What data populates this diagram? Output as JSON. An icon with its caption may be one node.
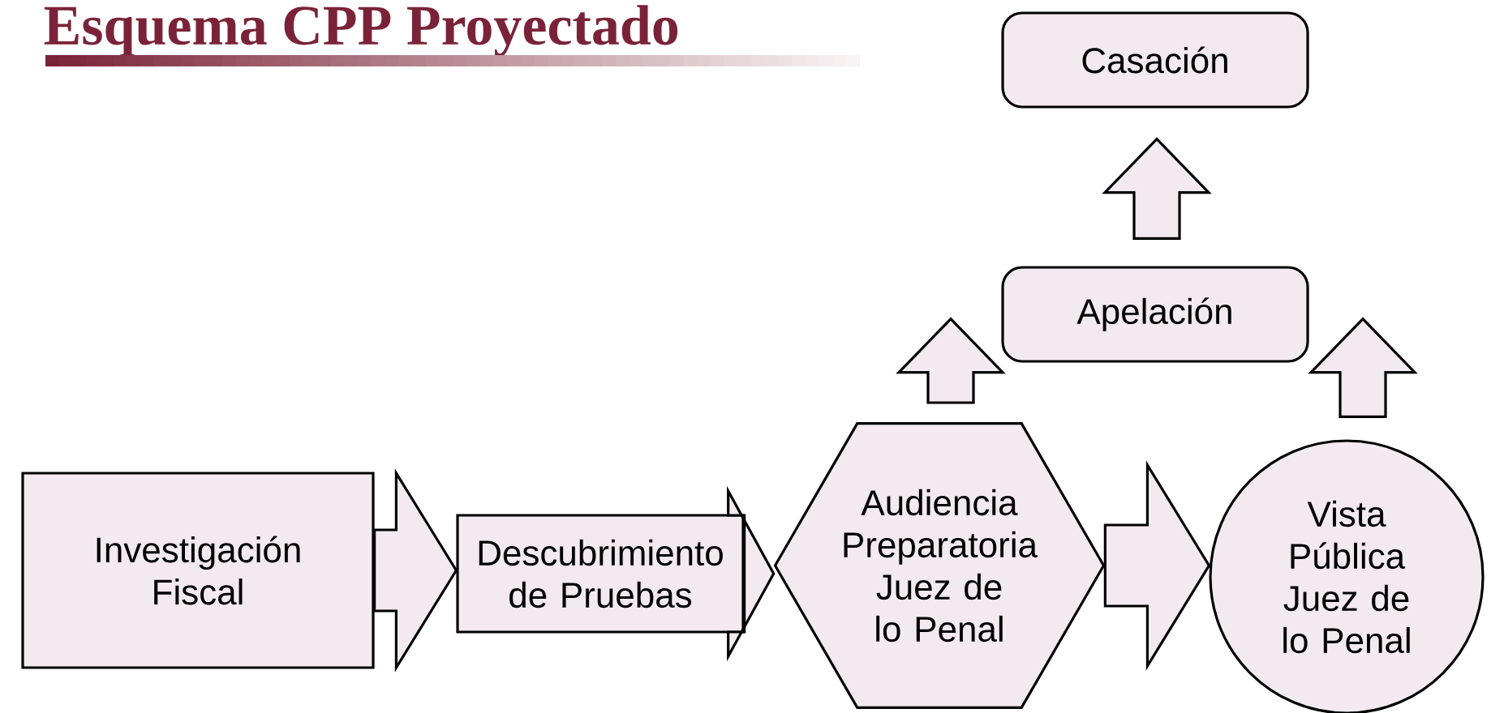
{
  "diagram": {
    "title": "Esquema CPP Proyectado",
    "nodes": [
      {
        "text": [
          "Investigación Fiscal"
        ]
      },
      {
        "text": [
          "Descubrimiento de Pruebas"
        ]
      },
      {
        "text": [
          "Audiencia Preparatoria Juez de lo Penal"
        ]
      },
      {
        "text": [
          "Vista Pública Juez de lo Penal"
        ]
      },
      {
        "text": [
          "Apelación"
        ]
      },
      {
        "text": [
          "Casación"
        ]
      }
    ],
    "edges": [
      {
        "from": 0,
        "to": 1,
        "arrow": "to"
      },
      {
        "from": 1,
        "to": 2,
        "arrow": "to"
      },
      {
        "from": 2,
        "to": 3,
        "arrow": "to"
      },
      {
        "from": 2,
        "to": 4,
        "arrow": "to"
      },
      {
        "from": 3,
        "to": 4,
        "arrow": "to"
      },
      {
        "from": 4,
        "to": 5,
        "arrow": "to"
      }
    ]
  }
}
